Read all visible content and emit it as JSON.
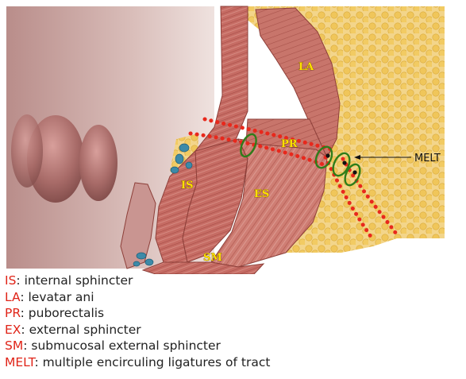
{
  "diagram": {
    "labels": {
      "la": "LA",
      "pr": "PR",
      "is": "IS",
      "es": "ES",
      "sm": "SM",
      "melt": "MELT"
    }
  },
  "legend": [
    {
      "abbr": "IS",
      "text": ": internal sphincter"
    },
    {
      "abbr": "LA",
      "text": ": levatar ani"
    },
    {
      "abbr": "PR",
      "text": ": puborectalis"
    },
    {
      "abbr": "EX",
      "text": ": external sphincter"
    },
    {
      "abbr": "SM",
      "text": ": submucosal external sphincter"
    },
    {
      "abbr": "MELT",
      "text": ": multiple encirculing ligatures of tract"
    }
  ],
  "colors": {
    "legend_abbr": "#e02418",
    "dotted_tract": "#e8281c",
    "ligature_ring": "#2e7d1a",
    "muscle": "#c9706a",
    "fat": "#f0c75a",
    "region_label": "#ffe000"
  }
}
